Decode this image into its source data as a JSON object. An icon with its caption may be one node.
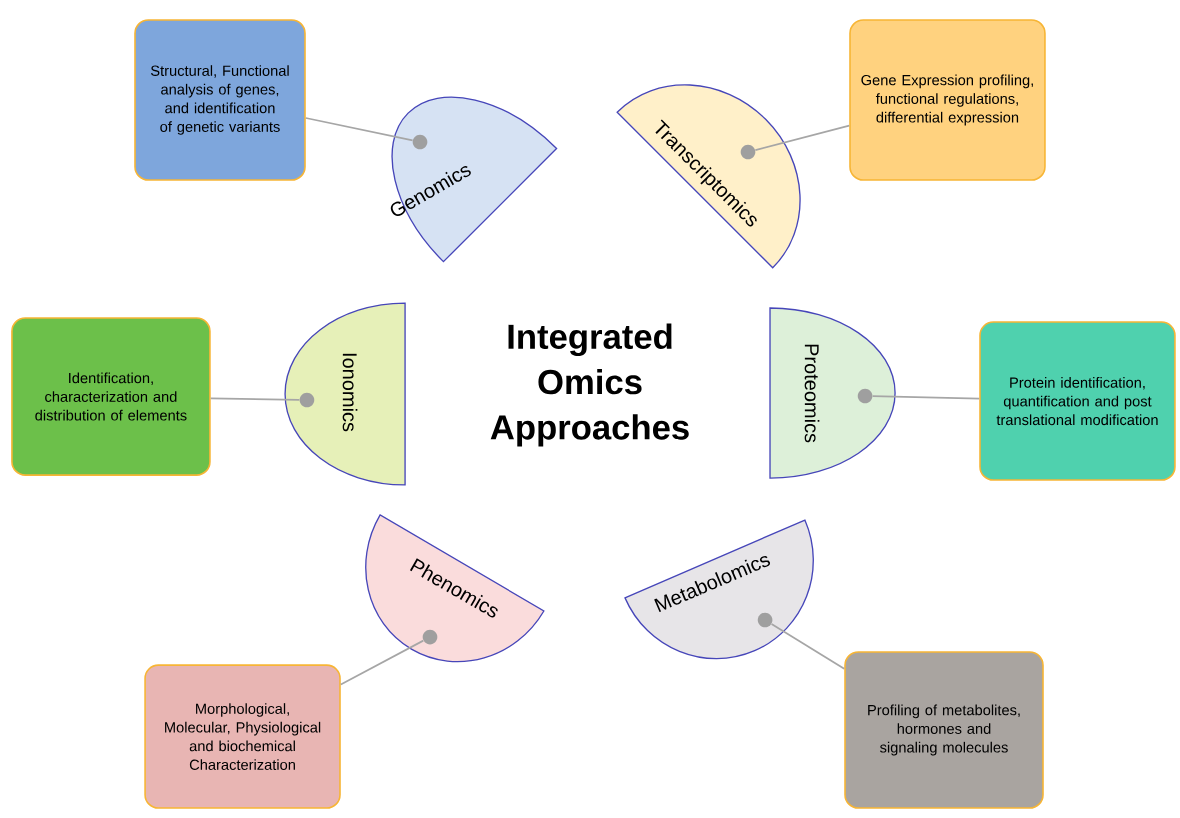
{
  "diagram": {
    "title": "Integrated Omics Approaches",
    "nodes": [
      {
        "text": [
          "Structural, Functional analysis of genes, and identification of genetic variants"
        ]
      },
      {
        "text": [
          "Genomics"
        ]
      },
      {
        "text": [
          "Transcriptomics"
        ]
      },
      {
        "text": [
          "Gene Expression profiling, functional regulations, differential expression"
        ]
      },
      {
        "text": [
          "Identification, characterization and distribution of elements"
        ]
      },
      {
        "text": [
          "Ionomics"
        ]
      },
      {
        "text": [
          "Proteomics"
        ]
      },
      {
        "text": [
          "Protein identification, quantification and post translational modification"
        ]
      },
      {
        "text": [
          "Phenomics"
        ]
      },
      {
        "text": [
          "Metabolomics"
        ]
      },
      {
        "text": [
          "Morphological, Molecular, Physiological and biochemical Characterization"
        ]
      },
      {
        "text": [
          "Profiling of metabolites, hormones and signaling molecules"
        ]
      }
    ],
    "edges": [
      {
        "from": 1,
        "to": 0,
        "arrow": "none"
      },
      {
        "from": 2,
        "to": 3,
        "arrow": "none"
      },
      {
        "from": 5,
        "to": 4,
        "arrow": "none"
      },
      {
        "from": 6,
        "to": 7,
        "arrow": "none"
      },
      {
        "from": 8,
        "to": 10,
        "arrow": "none"
      },
      {
        "from": 9,
        "to": 11,
        "arrow": "none"
      }
    ]
  }
}
